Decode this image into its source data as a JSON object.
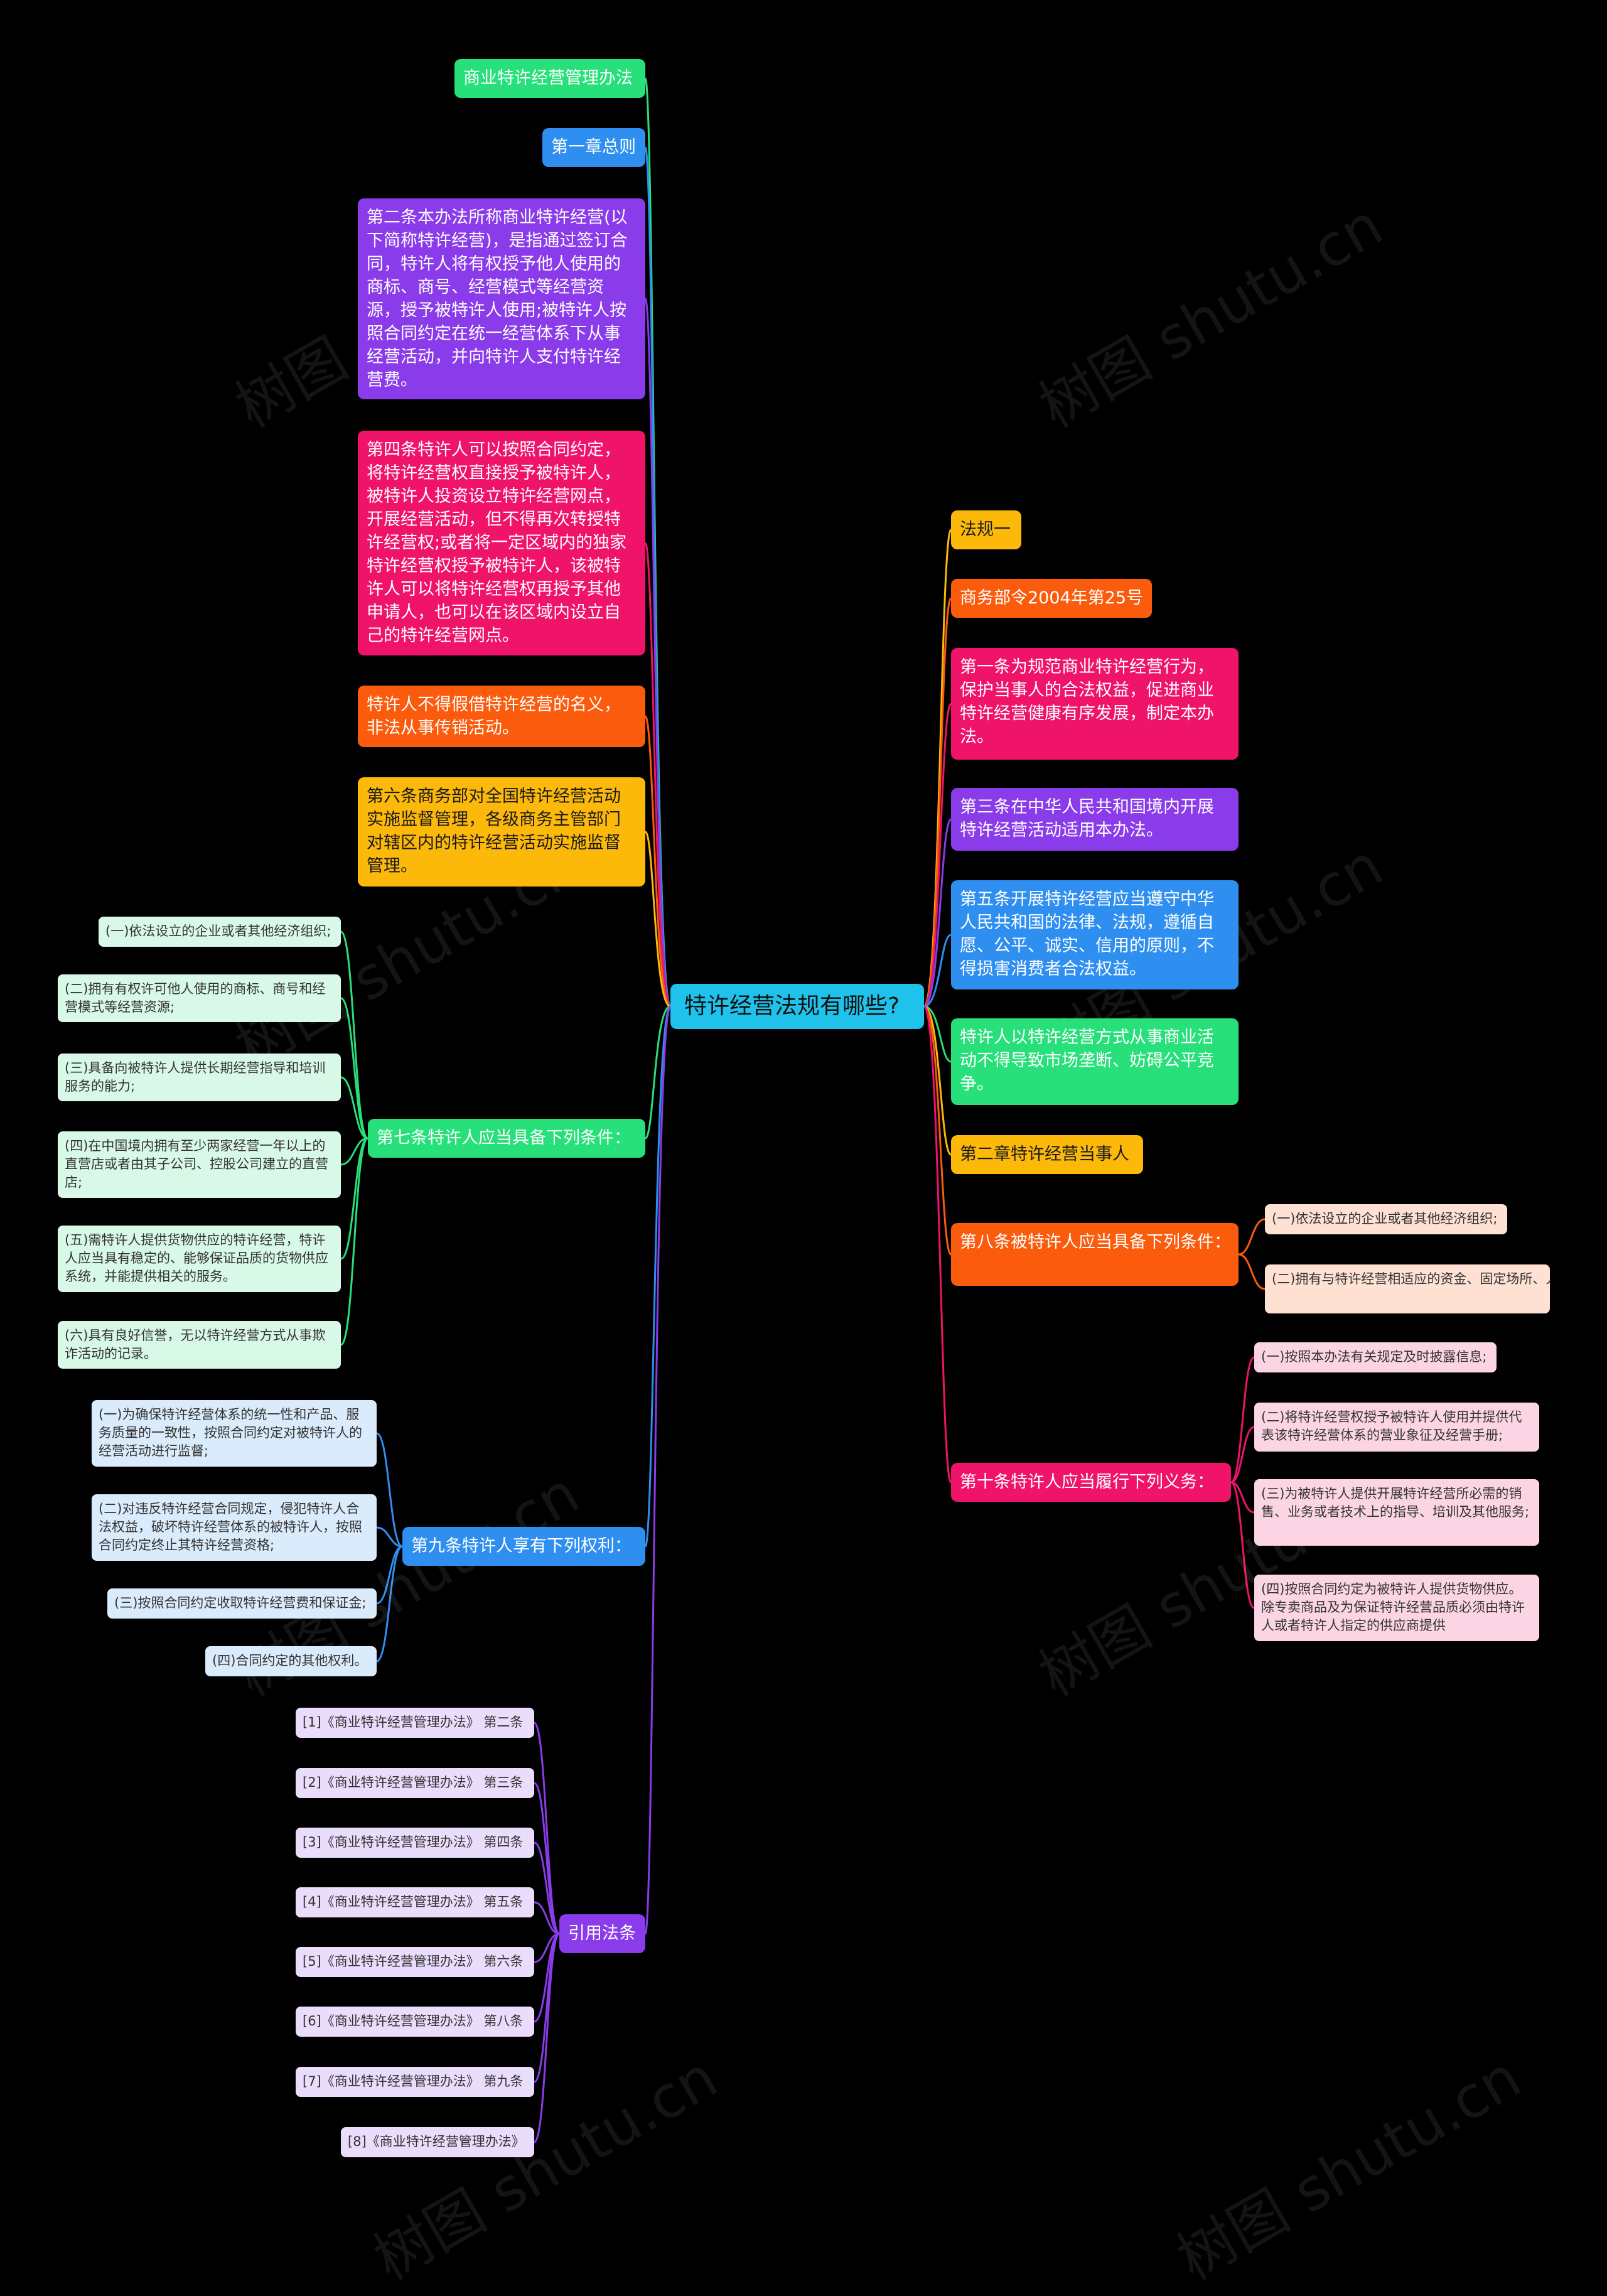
{
  "root": {
    "label": "特许经营法规有哪些?"
  },
  "left_branches": [
    {
      "label": "商业特许经营管理办法",
      "color": "#27e07a",
      "children": []
    },
    {
      "label": "第一章总则",
      "color": "#2f8ff0",
      "children": []
    },
    {
      "label": "第二条本办法所称商业特许经营(以下简称特许经营)，是指通过签订合同，特许人将有权授予他人使用的商标、商号、经营模式等经营资源，授予被特许人使用;被特许人按照合同约定在统一经营体系下从事经营活动，并向特许人支付特许经营费。",
      "color": "#8a3bea",
      "children": []
    },
    {
      "label": "第四条特许人可以按照合同约定，将特许经营权直接授予被特许人，被特许人投资设立特许经营网点，开展经营活动，但不得再次转授特许经营权;或者将一定区域内的独家特许经营权授予被特许人，该被特许人可以将特许经营权再授予其他申请人，也可以在该区域内设立自己的特许经营网点。",
      "color": "#f0136a",
      "children": []
    },
    {
      "label": "特许人不得假借特许经营的名义，非法从事传销活动。",
      "color": "#fb5b0c",
      "children": []
    },
    {
      "label": "第六条商务部对全国特许经营活动实施监督管理，各级商务主管部门对辖区内的特许经营活动实施监督管理。",
      "color": "#fdb90a",
      "children": []
    },
    {
      "label": "第七条特许人应当具备下列条件：",
      "color": "#27e07a",
      "children": [
        "(一)依法设立的企业或者其他经济组织;",
        "(二)拥有有权许可他人使用的商标、商号和经营模式等经营资源;",
        "(三)具备向被特许人提供长期经营指导和培训服务的能力;",
        "(四)在中国境内拥有至少两家经营一年以上的直营店或者由其子公司、控股公司建立的直营店;",
        "(五)需特许人提供货物供应的特许经营，特许人应当具有稳定的、能够保证品质的货物供应系统，并能提供相关的服务。",
        "(六)具有良好信誉，无以特许经营方式从事欺诈活动的记录。"
      ]
    },
    {
      "label": "第九条特许人享有下列权利：",
      "color": "#2f8ff0",
      "children": [
        "(一)为确保特许经营体系的统一性和产品、服务质量的一致性，按照合同约定对被特许人的经营活动进行监督;",
        "(二)对违反特许经营合同规定，侵犯特许人合法权益，破坏特许经营体系的被特许人，按照合同约定终止其特许经营资格;",
        "(三)按照合同约定收取特许经营费和保证金;",
        "(四)合同约定的其他权利。"
      ]
    },
    {
      "label": "引用法条",
      "color": "#8a3bea",
      "children": [
        "[1]《商业特许经营管理办法》 第二条",
        "[2]《商业特许经营管理办法》 第三条",
        "[3]《商业特许经营管理办法》 第四条",
        "[4]《商业特许经营管理办法》 第五条",
        "[5]《商业特许经营管理办法》 第六条",
        "[6]《商业特许经营管理办法》 第八条",
        "[7]《商业特许经营管理办法》 第九条",
        "[8]《商业特许经营管理办法》"
      ]
    }
  ],
  "right_branches": [
    {
      "label": "法规一",
      "color": "#fdb90a",
      "children": []
    },
    {
      "label": "商务部令2004年第25号",
      "color": "#fb5b0c",
      "children": []
    },
    {
      "label": "第一条为规范商业特许经营行为，保护当事人的合法权益，促进商业特许经营健康有序发展，制定本办法。",
      "color": "#f0136a",
      "children": []
    },
    {
      "label": "第三条在中华人民共和国境内开展特许经营活动适用本办法。",
      "color": "#8a3bea",
      "children": []
    },
    {
      "label": "第五条开展特许经营应当遵守中华人民共和国的法律、法规，遵循自愿、公平、诚实、信用的原则，不得损害消费者合法权益。",
      "color": "#2f8ff0",
      "children": []
    },
    {
      "label": "特许人以特许经营方式从事商业活动不得导致市场垄断、妨碍公平竞争。",
      "color": "#27e07a",
      "children": []
    },
    {
      "label": "第二章特许经营当事人",
      "color": "#fdb90a",
      "children": []
    },
    {
      "label": "第八条被特许人应当具备下列条件：",
      "color": "#fb5b0c",
      "children": [
        "(一)依法设立的企业或者其他经济组织;",
        "(二)拥有与特许经营相适应的资金、固定场所、人员等。"
      ]
    },
    {
      "label": "第十条特许人应当履行下列义务：",
      "color": "#f0136a",
      "children": [
        "(一)按照本办法有关规定及时披露信息;",
        "(二)将特许经营权授予被特许人使用并提供代表该特许经营体系的营业象征及经营手册;",
        "(三)为被特许人提供开展特许经营所必需的销售、业务或者技术上的指导、培训及其他服务;",
        "(四)按照合同约定为被特许人提供货物供应。除专卖商品及为保证特许经营品质必须由特许人或者特许人指定的供应商提供"
      ]
    }
  ],
  "watermark": {
    "text": "树图 shutu.cn"
  }
}
